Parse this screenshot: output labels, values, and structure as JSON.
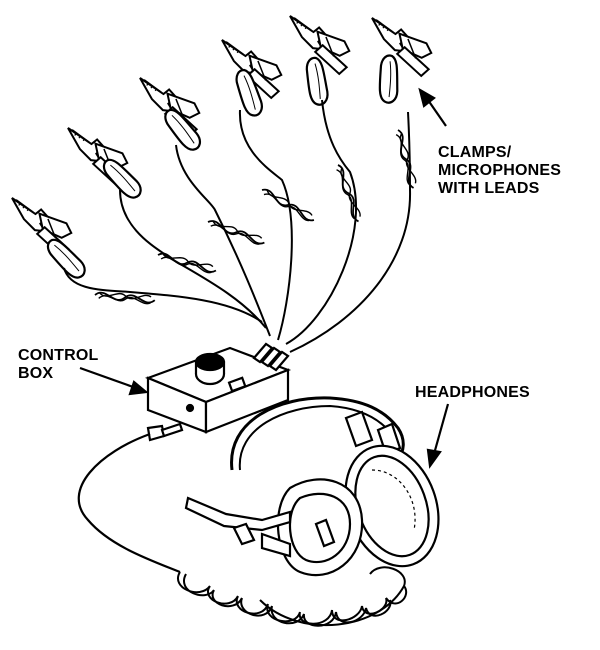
{
  "labels": {
    "clamps": [
      "CLAMPS/",
      "MICROPHONES",
      "WITH LEADS"
    ],
    "control_box": [
      "CONTROL",
      "BOX"
    ],
    "headphones": "HEADPHONES"
  }
}
